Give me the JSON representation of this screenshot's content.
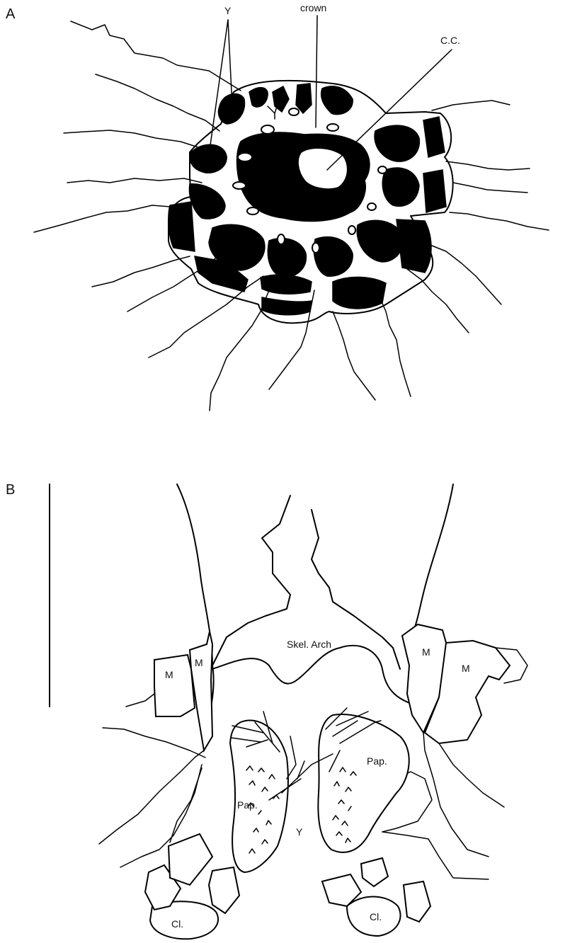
{
  "panels": {
    "a": {
      "letter": "A",
      "labels": {
        "y": "Y",
        "crown": "crown",
        "cc": "C.C."
      }
    },
    "b": {
      "letter": "B",
      "labels": {
        "skel_arch": "Skel. Arch",
        "m1": "M",
        "m2": "M",
        "m3": "M",
        "m4": "M",
        "pap_left": "Pap.",
        "pap_right": "Pap.",
        "y": "Y",
        "cl_left": "Cl.",
        "cl_right": "Cl."
      }
    }
  }
}
